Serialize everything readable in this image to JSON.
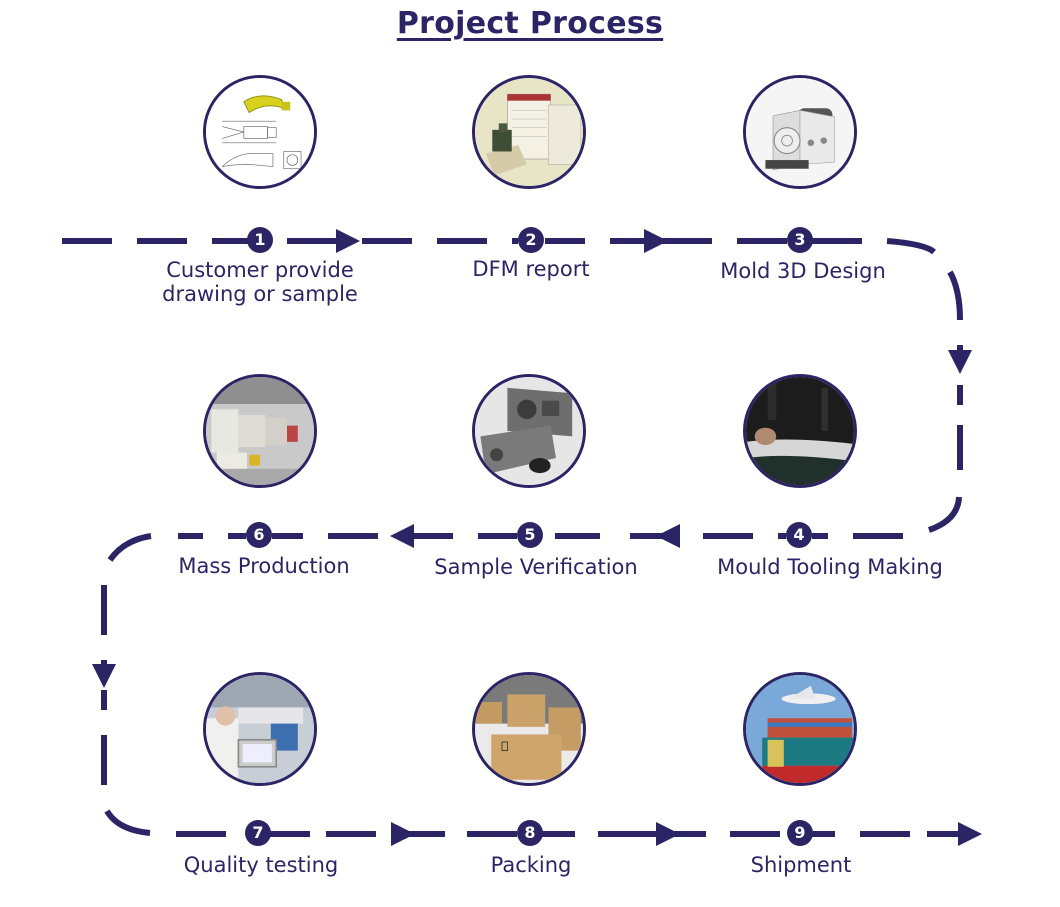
{
  "title": "Project Process",
  "colors": {
    "primary": "#2c2565",
    "background": "#ffffff"
  },
  "steps": [
    {
      "number": "1",
      "label": "Customer provide",
      "label2": "drawing or sample",
      "image": "technical-drawing-hammer"
    },
    {
      "number": "2",
      "label": "DFM report",
      "image": "dfm-software-screen"
    },
    {
      "number": "3",
      "label": "Mold 3D Design",
      "image": "mold-3d-model"
    },
    {
      "number": "4",
      "label": "Mould Tooling Making",
      "image": "tooling-machining"
    },
    {
      "number": "5",
      "label": "Sample Verification",
      "image": "mold-sample-parts"
    },
    {
      "number": "6",
      "label": "Mass Production",
      "image": "injection-molding-factory"
    },
    {
      "number": "7",
      "label": "Quality testing",
      "image": "quality-inspection"
    },
    {
      "number": "8",
      "label": "Packing",
      "image": "cardboard-boxes"
    },
    {
      "number": "9",
      "label": "Shipment",
      "image": "cargo-ship-airplane"
    }
  ]
}
